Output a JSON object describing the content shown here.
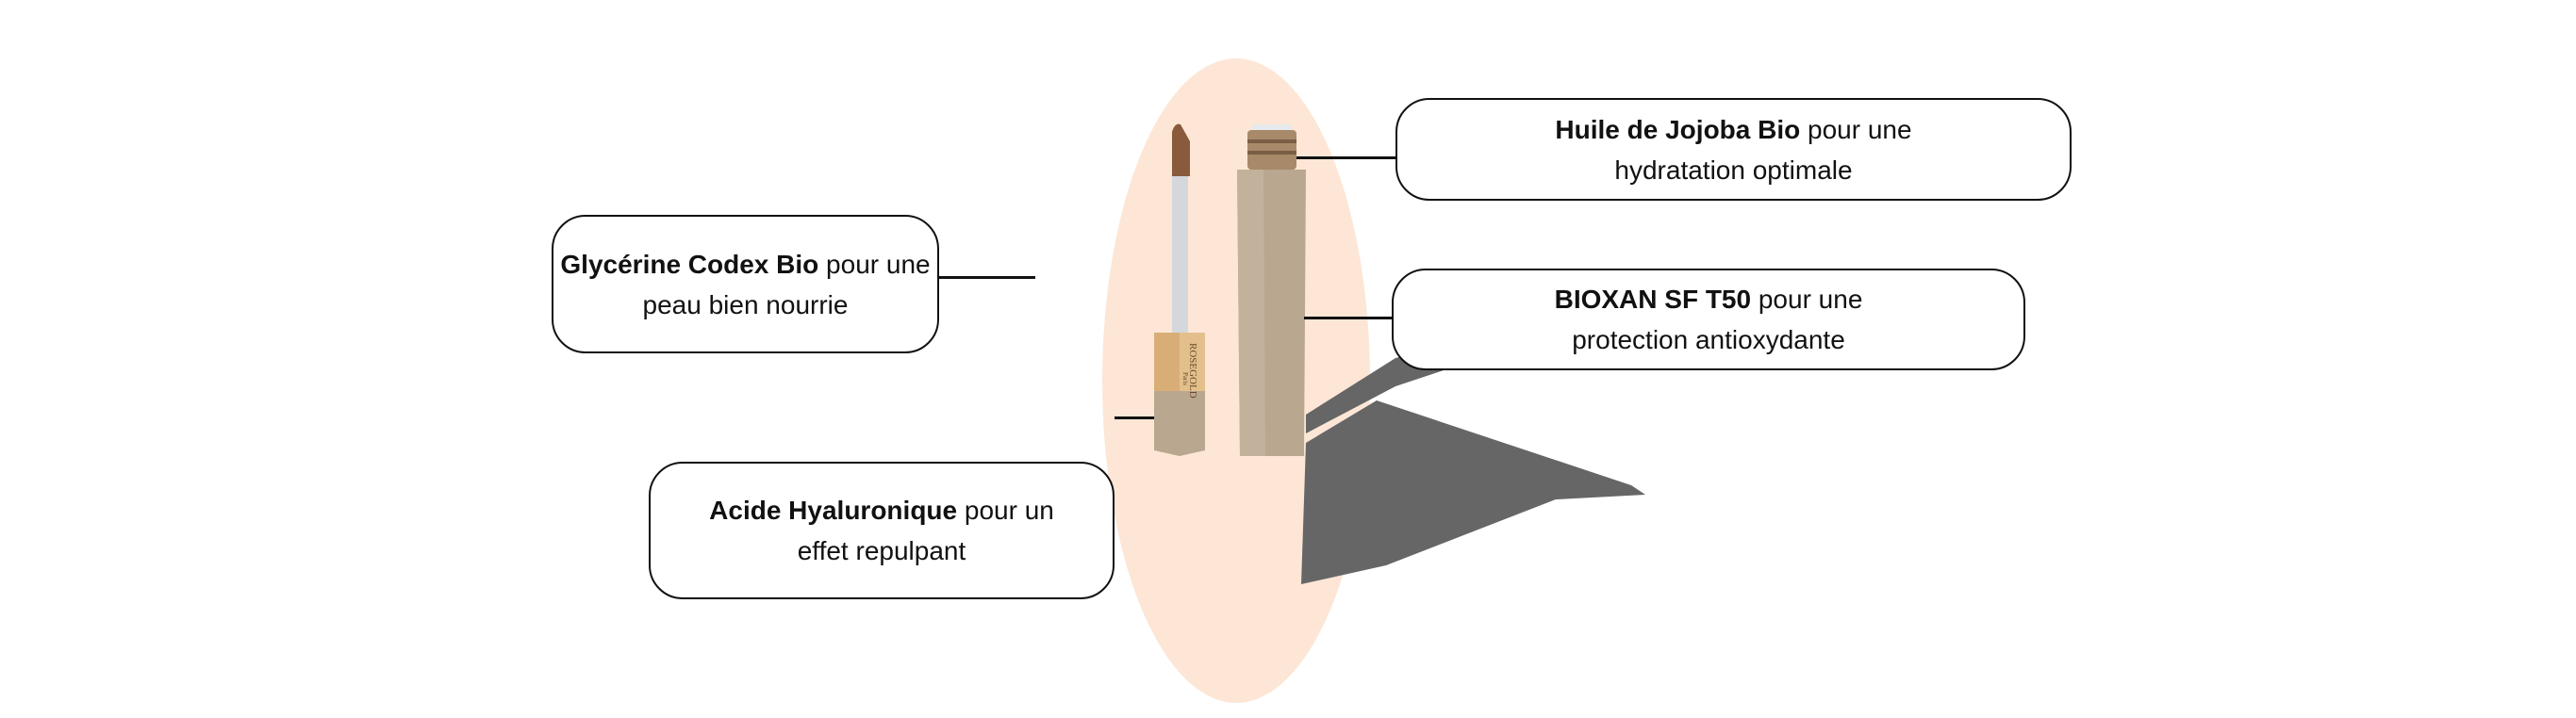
{
  "colors": {
    "ellipse": "#fde6d6",
    "tube": "#b9a78f",
    "cap_gold": "#d9ae76",
    "tip": "#8a5a3c",
    "shadow": "#666666"
  },
  "product": {
    "brand": "ROSEGOLD",
    "brand_sub": "Paris"
  },
  "callouts": [
    {
      "bold": "Glycérine Codex Bio",
      "rest": " pour une",
      "line2": "peau bien nourrie"
    },
    {
      "bold": "Acide Hyaluronique",
      "rest": " pour un",
      "line2": "effet repulpant"
    },
    {
      "bold": "Huile de Jojoba Bio",
      "rest": " pour une",
      "line2": "hydratation optimale"
    },
    {
      "bold": "BIOXAN SF T50",
      "rest": " pour une",
      "line2": "protection antioxydante"
    }
  ]
}
